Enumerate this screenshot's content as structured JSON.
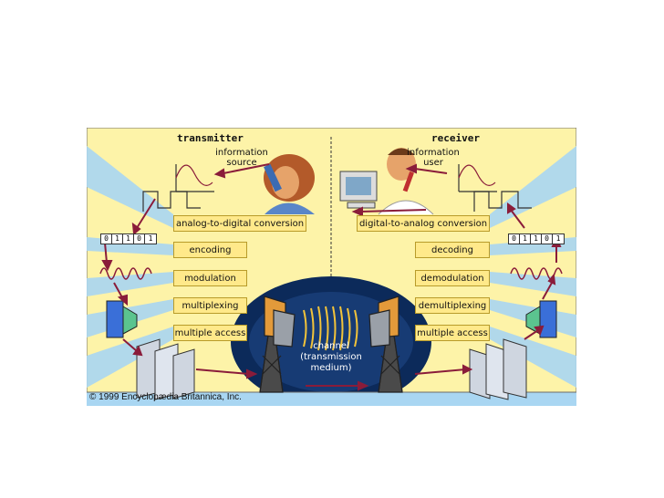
{
  "transmitter": {
    "title": "transmitter",
    "source_label_line1": "information",
    "source_label_line2": "source",
    "stages": [
      "analog-to-digital conversion",
      "encoding",
      "modulation",
      "multiplexing",
      "multiple access"
    ],
    "bits": [
      "0",
      "1",
      "1",
      "0",
      "1"
    ]
  },
  "receiver": {
    "title": "receiver",
    "user_label_line1": "information",
    "user_label_line2": "user",
    "stages": [
      "digital-to-analog conversion",
      "decoding",
      "demodulation",
      "demultiplexing",
      "multiple access"
    ],
    "bits": [
      "0",
      "1",
      "1",
      "0",
      "1"
    ]
  },
  "channel": {
    "line1": "channel",
    "line2": "(transmission",
    "line3": "medium)"
  },
  "copyright": "© 1999 Encyclopædia Britannica, Inc.",
  "colors": {
    "panel_bg": "#fdf3a8",
    "beam_blue": "#a9d6f2",
    "stage_fill": "#ffe98a",
    "arrow": "#8a1c3a",
    "dome": "#0c2a5a"
  },
  "icons": [
    "person-phone-icon",
    "person-computer-icon",
    "analog-wave-icon",
    "digital-pulse-icon",
    "modulated-wave-icon",
    "mux-icon",
    "server-icon",
    "tower-icon",
    "radio-waves-icon"
  ]
}
